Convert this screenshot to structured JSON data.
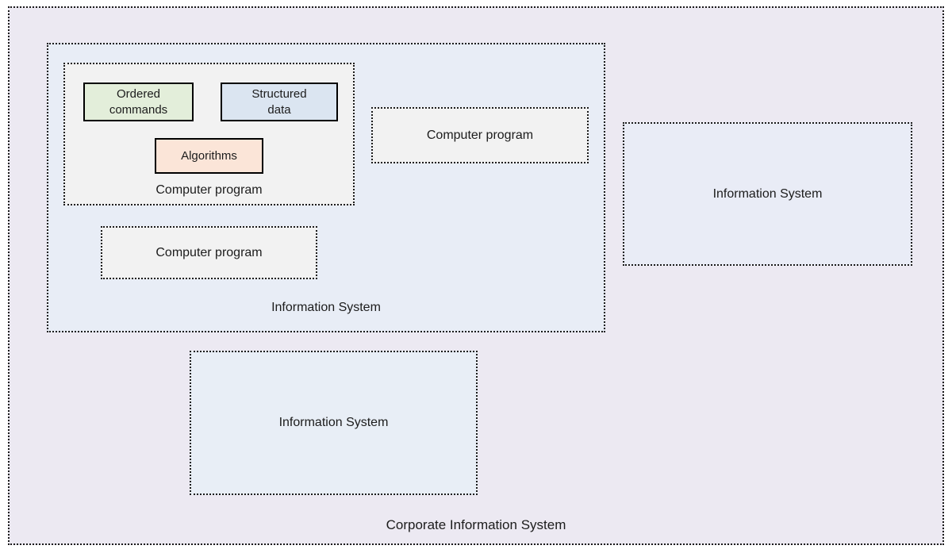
{
  "diagram": {
    "title": "Corporate Information System",
    "outer": {
      "label": "Corporate Information System"
    },
    "is_main": {
      "label": "Information System"
    },
    "cp_main": {
      "label": "Computer program"
    },
    "ordered_commands": {
      "label": "Ordered commands"
    },
    "structured_data": {
      "label": "Structured data"
    },
    "algorithms": {
      "label": "Algorithms"
    },
    "cp_right": {
      "label": "Computer program"
    },
    "cp_bottom": {
      "label": "Computer program"
    },
    "is_right": {
      "label": "Information System"
    },
    "is_bottom": {
      "label": "Information System"
    },
    "colors": {
      "outer_bg": "#ece9f2",
      "information_system_bg": "#e8edf6",
      "computer_program_bg": "#f2f2f2",
      "ordered_commands_bg": "#e3eeda",
      "structured_data_bg": "#dbe5f1",
      "algorithms_bg": "#fbe5d8",
      "dotted_border": "#1b1b1b",
      "solid_border": "#000000",
      "text": "#1c1c1c"
    }
  }
}
